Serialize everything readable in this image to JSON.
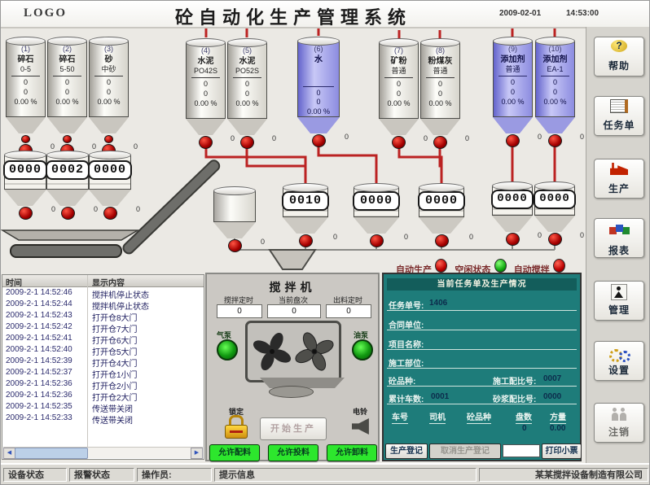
{
  "header": {
    "logo": "LOGO",
    "title": "砼自动化生产管理系统",
    "date": "2009-02-01",
    "time": "14:53:00"
  },
  "sidebar": {
    "buttons": [
      {
        "label": "帮助"
      },
      {
        "label": "任务单"
      },
      {
        "label": "生产"
      },
      {
        "label": "报表"
      },
      {
        "label": "管理"
      },
      {
        "label": "设置"
      },
      {
        "label": "注销"
      }
    ]
  },
  "silos": [
    {
      "num": "(1)",
      "material": "碎石",
      "grade": "0-5",
      "set": "0",
      "actual": "0",
      "moisture": "0.00 %"
    },
    {
      "num": "(2)",
      "material": "碎石",
      "grade": "5-50",
      "set": "0",
      "actual": "0",
      "moisture": "0.00 %"
    },
    {
      "num": "(3)",
      "material": "砂",
      "grade": "中砂",
      "set": "0",
      "actual": "0",
      "moisture": "0.00 %"
    },
    {
      "num": "(4)",
      "material": "水泥",
      "grade": "PO42S",
      "set": "0",
      "actual": "0",
      "moisture": "0.00 %"
    },
    {
      "num": "(5)",
      "material": "水泥",
      "grade": "PO52S",
      "set": "0",
      "actual": "0",
      "moisture": "0.00 %"
    },
    {
      "num": "(6)",
      "material": "水",
      "grade": "",
      "set": "0",
      "actual": "0",
      "moisture": "0.00 %"
    },
    {
      "num": "(7)",
      "material": "矿粉",
      "grade": "普通",
      "set": "0",
      "actual": "0",
      "moisture": "0.00 %"
    },
    {
      "num": "(8)",
      "material": "粉煤灰",
      "grade": "普通",
      "set": "0",
      "actual": "0",
      "moisture": "0.00 %"
    },
    {
      "num": "(9)",
      "material": "添加剂",
      "grade": "普通",
      "set": "0",
      "actual": "0",
      "moisture": "0.00 %"
    },
    {
      "num": "(10)",
      "material": "添加剂",
      "grade": "EA-1",
      "set": "0",
      "actual": "0",
      "moisture": "0.00 %"
    }
  ],
  "valve_zero": "0",
  "weigh": {
    "aggregate": [
      "0000",
      "0002",
      "0000"
    ],
    "cement": "0010",
    "water": "0000",
    "powder": "0000",
    "additive1": "0000",
    "additive2": "0000"
  },
  "status_lights": [
    {
      "label": "自动生产",
      "color": "#cc1111"
    },
    {
      "label": "空闲状态",
      "color": "#22cc22"
    },
    {
      "label": "自动搅拌",
      "color": "#cc1111"
    }
  ],
  "log": {
    "headers": [
      "时间",
      "显示内容"
    ],
    "rows": [
      [
        "2009-2-1 14:52:46",
        "搅拌机停止状态"
      ],
      [
        "2009-2-1 14:52:44",
        "搅拌机停止状态"
      ],
      [
        "2009-2-1 14:52:43",
        "打开仓8大门"
      ],
      [
        "2009-2-1 14:52:42",
        "打开仓7大门"
      ],
      [
        "2009-2-1 14:52:41",
        "打开仓6大门"
      ],
      [
        "2009-2-1 14:52:40",
        "打开仓5大门"
      ],
      [
        "2009-2-1 14:52:39",
        "打开仓4大门"
      ],
      [
        "2009-2-1 14:52:37",
        "打开仓1小门"
      ],
      [
        "2009-2-1 14:52:36",
        "打开仓2小门"
      ],
      [
        "2009-2-1 14:52:36",
        "打开仓2大门"
      ],
      [
        "2009-2-1 14:52:35",
        "传送带关闭"
      ],
      [
        "2009-2-1 14:52:33",
        "传送带关闭"
      ]
    ]
  },
  "mixer": {
    "title": "搅拌机",
    "timers": [
      {
        "label": "搅拌定时",
        "value": "0"
      },
      {
        "label": "当前盘次",
        "value": "0"
      },
      {
        "label": "出料定时",
        "value": "0"
      }
    ],
    "pump_left": "气泵",
    "pump_right": "油泵",
    "lock_label": "锁定",
    "bell_label": "电铃",
    "start_button": "开始生产",
    "permit_buttons": [
      "允许配料",
      "允许投料",
      "允许卸料"
    ]
  },
  "task": {
    "title": "当前任务单及生产情况",
    "fields": {
      "task_no_label": "任务单号:",
      "task_no": "1406",
      "contract_label": "合同单位:",
      "contract": "",
      "project_label": "项目名称:",
      "project": "",
      "site_label": "施工部位:",
      "site": "",
      "concrete_label": "砼品种:",
      "concrete": "",
      "mix_label": "施工配比号:",
      "mix_no": "0007",
      "trucks_label": "累计车数:",
      "trucks": "0001",
      "mortar_label": "砂浆配比号:",
      "mortar_no": "0000"
    },
    "table": {
      "headers": [
        "车号",
        "司机",
        "砼品种",
        "盘数",
        "方量"
      ],
      "values": [
        "",
        "",
        "",
        "0",
        "0.00"
      ]
    },
    "buttons": {
      "register": "生产登记",
      "cancel": "取消生产登记",
      "print": "打印小票"
    }
  },
  "statusbar": {
    "cells": [
      "设备状态",
      "报警状态",
      "操作员:",
      "提示信息"
    ],
    "company": "某某搅拌设备制造有限公司"
  },
  "colors": {
    "pipe_red": "#bb2222",
    "teal_panel": "#1e7c7a",
    "permit_green": "#2de62d"
  }
}
